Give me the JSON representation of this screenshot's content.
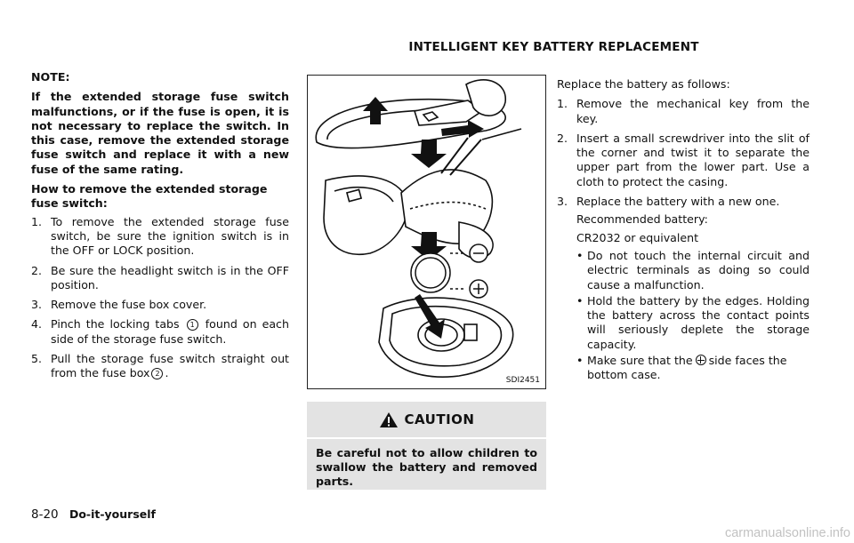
{
  "header": {
    "title": "INTELLIGENT KEY BATTERY REPLACEMENT"
  },
  "left_column": {
    "note_label": "NOTE:",
    "note_text": "If the extended storage fuse switch malfunctions, or if the fuse is open, it is not necessary to replace the switch. In this case, remove the extended storage fuse switch and replace it with a new fuse of the same rating.",
    "howto_heading_line1": "How to remove the extended storage",
    "howto_heading_line2": "fuse switch:",
    "steps": [
      {
        "num": "1.",
        "text": "To remove the extended storage fuse switch, be sure the ignition switch is in the OFF or LOCK position."
      },
      {
        "num": "2.",
        "text": "Be sure the headlight switch is in the OFF position."
      },
      {
        "num": "3.",
        "text": "Remove the fuse box cover."
      },
      {
        "num": "4.",
        "text_before": "Pinch the locking tabs",
        "callout": "1",
        "text_after": "found on each side of the storage fuse switch."
      },
      {
        "num": "5.",
        "text_before": "Pull the storage fuse switch straight out from the fuse box",
        "callout": "2",
        "text_after": "."
      }
    ]
  },
  "figure": {
    "label": "SDI2451"
  },
  "caution": {
    "title": "CAUTION",
    "text": "Be careful not to allow children to swallow the battery and removed parts."
  },
  "right_column": {
    "intro": "Replace the battery as follows:",
    "steps": [
      {
        "num": "1.",
        "text": "Remove the mechanical key from the key."
      },
      {
        "num": "2.",
        "text": "Insert a small screwdriver into the slit of the corner and twist it to separate the upper part from the lower part. Use a cloth to protect the casing."
      },
      {
        "num": "3.",
        "text": "Replace the battery with a new one."
      }
    ],
    "recommended_label": "Recommended battery:",
    "recommended_value": "CR2032 or equivalent",
    "bullets": [
      "Do not touch the internal circuit and electric terminals as doing so could cause a malfunction.",
      "Hold the battery by the edges. Holding the battery across the contact points will seriously deplete the storage capacity."
    ],
    "last_bullet_before": "Make sure that the",
    "last_bullet_after": "side faces the bottom case."
  },
  "footer": {
    "page_number": "8-20",
    "section": "Do-it-yourself"
  },
  "watermark": "carmanualsonline.info"
}
